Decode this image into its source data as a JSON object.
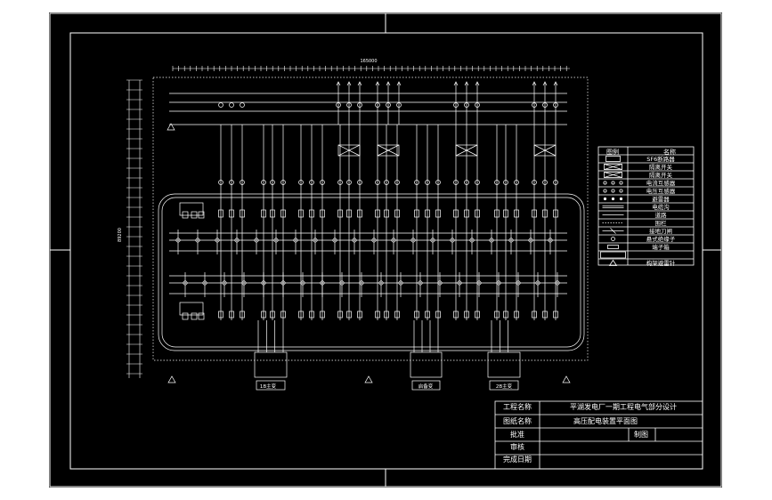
{
  "colors": {
    "canvas": "#000000",
    "line": "#ffffff",
    "background": "#ffffff"
  },
  "dimensions": {
    "top_total": "165000",
    "left_total": "89200"
  },
  "transformers": [
    "1B主变",
    "启备变",
    "2B主变"
  ],
  "legend": {
    "header_symbol": "图例",
    "header_name": "名称",
    "items": [
      {
        "icon": "breaker-icon",
        "name": "SF6断路器"
      },
      {
        "icon": "disconnector-icon",
        "name": "隔离开关"
      },
      {
        "icon": "disconnector-icon",
        "name": "隔离开关"
      },
      {
        "icon": "current-transformer-icon",
        "name": "电流互感器"
      },
      {
        "icon": "voltage-transformer-icon",
        "name": "电压互感器"
      },
      {
        "icon": "arrester-icon",
        "name": "避雷器"
      },
      {
        "icon": "cable-trench-icon",
        "name": "电缆沟"
      },
      {
        "icon": "road-icon",
        "name": "道路"
      },
      {
        "icon": "fence-icon",
        "name": "围栏"
      },
      {
        "icon": "grounding-switch-icon",
        "name": "接地刀闸"
      },
      {
        "icon": "bus-support-icon",
        "name": "悬式绝缘子"
      },
      {
        "icon": "terminal-icon",
        "name": "端子箱"
      },
      {
        "icon": "box-icon",
        "name": ""
      },
      {
        "icon": "lightning-rod-icon",
        "name": "构架避雷针"
      }
    ]
  },
  "title_block": {
    "project_label": "工程名称",
    "project_value": "平湖发电厂一期工程电气部分设计",
    "drawing_label": "图纸名称",
    "drawing_value": "高压配电装置平面图",
    "approve_label": "批准",
    "draw_label": "制图",
    "review_label": "审核",
    "date_label": "完成日期"
  }
}
